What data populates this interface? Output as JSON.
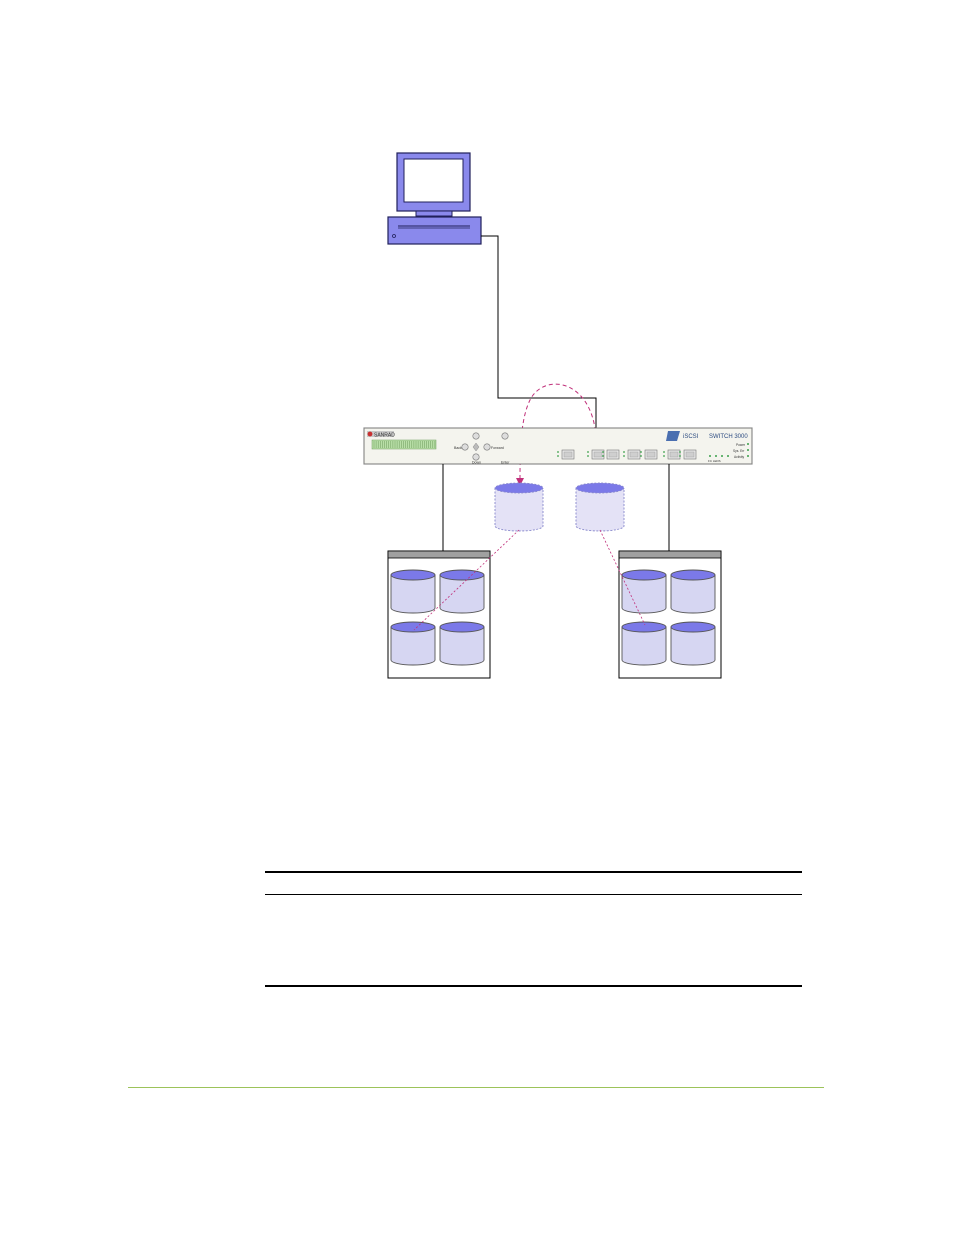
{
  "switch": {
    "brand": "SANRAD",
    "model_a": "iSCSI",
    "model_b": "SWITCH 3000",
    "nav_labels": {
      "back": "Back",
      "forward": "Forward",
      "down": "Down",
      "enter": "Enter"
    },
    "status_labels": [
      "Power",
      "Sys. Err",
      "Activity"
    ],
    "port_label": "FC LEDS"
  },
  "colors": {
    "workstation_fill": "#8888ee",
    "workstation_stroke": "#222266",
    "disk_fill": "#d6d6f2",
    "disk_top": "#7b79e8",
    "virtual_disk_fill": "#e4e2f6",
    "migration_arrow": "#c0307a",
    "footer_rule": "#9cc35a"
  },
  "table": {
    "headers": [],
    "rows": []
  }
}
